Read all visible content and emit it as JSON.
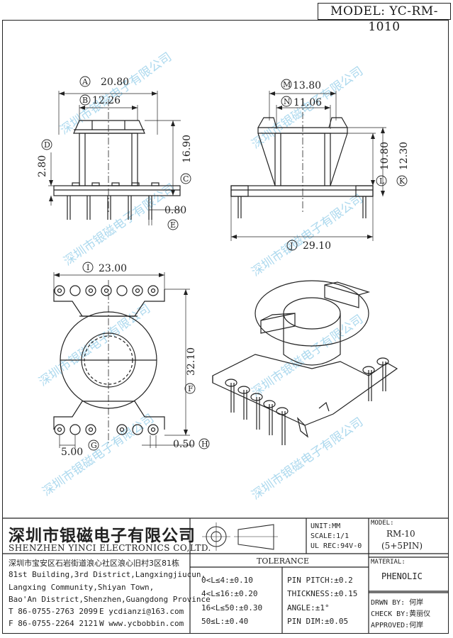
{
  "model_header": "MODEL: YC-RM-1010",
  "dimensions": {
    "a": "20.80",
    "b": "12.26",
    "c": "16.90",
    "d": "2.80",
    "e": "0.80",
    "m": "13.80",
    "n": "11.06",
    "l": "10.80",
    "k": "12.30",
    "j": "29.10",
    "i": "23.00",
    "f": "32.10",
    "g": "5.00",
    "h": "0.50"
  },
  "markers": {
    "a": "A",
    "b": "B",
    "c": "C",
    "d": "D",
    "e": "E",
    "f": "F",
    "g": "G",
    "h": "H",
    "i": "I",
    "j": "J",
    "k": "K",
    "l": "L",
    "m": "M",
    "n": "N"
  },
  "watermark": "深圳市银磁电子有限公司",
  "title_block": {
    "company_cn": "深圳市银磁电子有限公司",
    "company_en": "SHENZHEN YINCI ELECTRONICS CO,LTD.",
    "address_lines": [
      "深圳市宝安区石岩街道浪心社区浪心旧村3区81栋",
      "81st Building,3rd District,Langxingjiucun,",
      "Langxing Community,Shiyan Town,",
      "Bao'An District,Shenzhen,Guangdong Province"
    ],
    "tel": "T 86-0755-2763 2099",
    "email": "E ycdianzi@163.com",
    "fax": "F 86-0755-2264 2121",
    "web": "W www.ycbobbin.com",
    "unit": "UNIT:MM",
    "scale": "SCALE:1/1",
    "ul_rec": "UL REC:94V-0",
    "model_label": "MODEL:",
    "model_value": "RM-10",
    "model_pins": "(5+5PIN)",
    "tolerance_title": "TOLERANCE",
    "tolerances": [
      "0<L≤4:±0.10",
      "4<L≤16:±0.20",
      "16<L≤50:±0.30",
      "50≤L:±0.40"
    ],
    "pin_specs": [
      "PIN PITCH:±0.2",
      "THICKNESS:±0.15",
      "ANGLE:±1°",
      "PIN DIM:±0.05"
    ],
    "material_label": "MATERIAL:",
    "material_value": "PHENOLIC",
    "drawn_by": "DRWN BY: 何岸",
    "check_by": "CHECK BY:黄丽仪",
    "approved": "APPROVED:何岸"
  }
}
